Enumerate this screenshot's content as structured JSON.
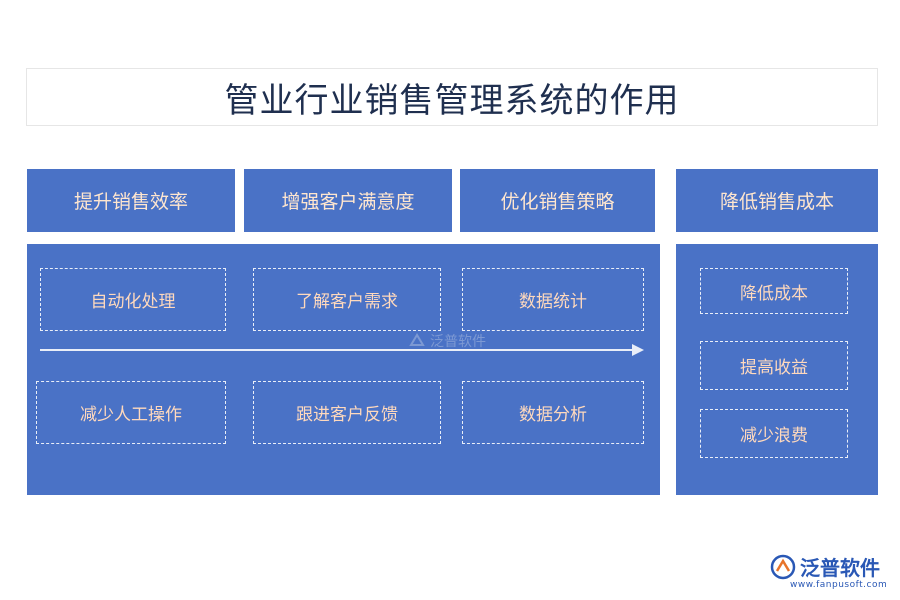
{
  "title": "管业行业销售管理系统的作用",
  "headers": [
    "提升销售效率",
    "增强客户满意度",
    "优化销售策略",
    "降低销售成本"
  ],
  "left_boxes": {
    "row1": [
      "自动化处理",
      "了解客户需求",
      "数据统计"
    ],
    "row2": [
      "减少人工操作",
      "跟进客户反馈",
      "数据分析"
    ]
  },
  "right_boxes": [
    "降低成本",
    "提高收益",
    "减少浪费"
  ],
  "watermark": "泛普软件",
  "logo": {
    "name": "泛普软件",
    "url": "www.fanpusoft.com"
  },
  "colors": {
    "panel": "#4a72c6",
    "text": "#ffd9bd",
    "title": "#1f2f4f",
    "brand": "#2a58b5"
  }
}
